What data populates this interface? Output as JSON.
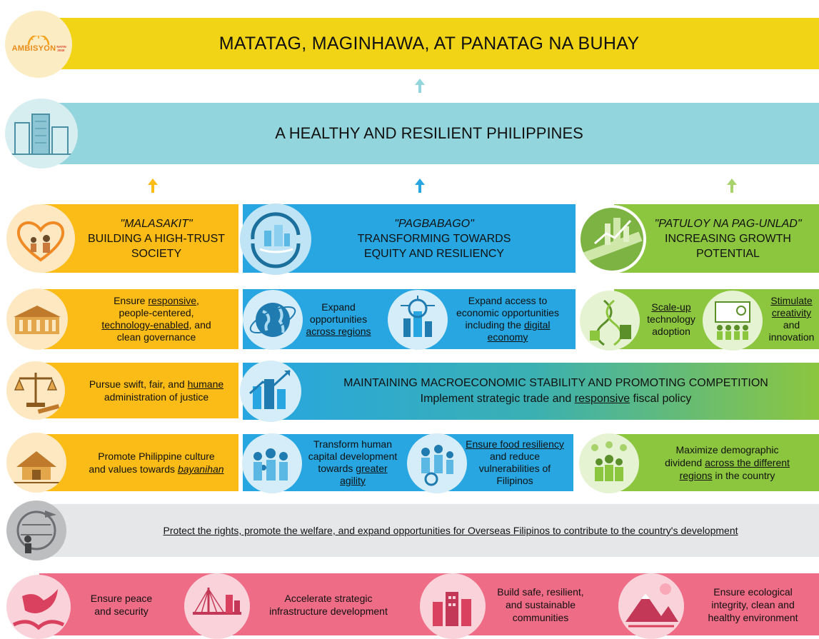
{
  "colors": {
    "yellow_band": "#f2d417",
    "teal_band": "#93d5dc",
    "orange": "#fbbc17",
    "blue": "#27a6e1",
    "green": "#8cc63f",
    "gray": "#e6e7e8",
    "pink": "#ef6c86"
  },
  "logo": {
    "brand": "AMBISYON",
    "suffix": "NATIN 2040"
  },
  "vision": {
    "title": "MATATAG, MAGINHAWA, AT PANATAG NA BUHAY"
  },
  "goal": {
    "title": "A HEALTHY AND RESILIENT PHILIPPINES"
  },
  "pillars": {
    "malasakit": {
      "quote": "\"MALASAKIT\"",
      "line1": "BUILDING A HIGH-TRUST",
      "line2": "SOCIETY"
    },
    "pagbabago": {
      "quote": "\"PAGBABAGO\"",
      "line1": "TRANSFORMING TOWARDS",
      "line2": "EQUITY AND RESILIENCY"
    },
    "patuloy": {
      "quote": "\"PATULOY NA PAG-UNLAD\"",
      "line1": "INCREASING GROWTH",
      "line2": "POTENTIAL"
    }
  },
  "row1": {
    "governance": {
      "a": "Ensure ",
      "a_u": "responsive",
      "b": ",",
      "c": "people-centered,",
      "d_u": "technology-enabled",
      "e": ", and",
      "f": "clean governance"
    },
    "expand_regions": {
      "a": "Expand",
      "b": "opportunities",
      "c_u": "across regions"
    },
    "expand_access": {
      "a": "Expand access to",
      "b": "economic opportunities",
      "c": "including the ",
      "c_u": "digital",
      "d_u": "economy"
    },
    "scaleup": {
      "a_u": "Scale-up",
      "b": "technology",
      "c": "adoption"
    },
    "stimulate": {
      "a_u": "Stimulate",
      "b_u": "creativity",
      "c": "and",
      "d": "innovation"
    }
  },
  "row2": {
    "justice": {
      "a": "Pursue swift, fair, and ",
      "a_u": "humane",
      "b": "administration of justice"
    },
    "macro": {
      "title": "MAINTAINING MACROECONOMIC STABILITY AND PROMOTING COMPETITION",
      "sub_a": "Implement strategic trade and ",
      "sub_u": "responsive",
      "sub_b": " fiscal policy"
    }
  },
  "row3": {
    "culture": {
      "a": "Promote Philippine culture",
      "b": "and values towards ",
      "b_u": "bayanihan"
    },
    "human_capital": {
      "a": "Transform human",
      "b": "capital development",
      "c": "towards ",
      "c_u": "greater",
      "d_u": "agility"
    },
    "food": {
      "a_u": "Ensure food resiliency",
      "b": "and reduce",
      "c": "vulnerabilities of",
      "d": "Filipinos"
    },
    "demographic": {
      "a": "Maximize demographic",
      "b": "dividend ",
      "b_u": "across the different",
      "c_u": "regions",
      "c": " in the country"
    }
  },
  "ofw": {
    "text": "Protect the rights, promote the welfare, and expand opportunities for Overseas Filipinos to contribute to the country's development"
  },
  "foundation": {
    "peace": {
      "a": "Ensure peace",
      "b": "and security"
    },
    "infra": {
      "a": "Accelerate strategic",
      "b": "infrastructure development"
    },
    "communities": {
      "a": "Build safe, resilient,",
      "b": "and sustainable",
      "c": "communities"
    },
    "environment": {
      "a": "Ensure ecological",
      "b": "integrity, clean and",
      "c": "healthy environment"
    }
  }
}
